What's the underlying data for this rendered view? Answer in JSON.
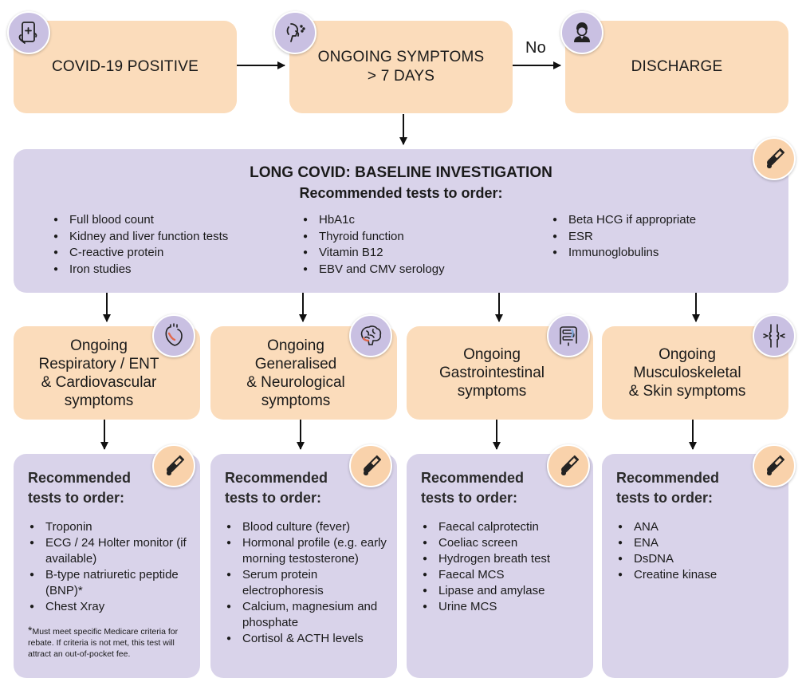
{
  "top": {
    "positive": "COVID-19 POSITIVE",
    "ongoing_line1": "ONGOING SYMPTOMS",
    "ongoing_line2": "> 7 DAYS",
    "no_label": "No",
    "discharge": "DISCHARGE"
  },
  "baseline": {
    "title": "LONG COVID: BASELINE INVESTIGATION",
    "subtitle": "Recommended tests to order:",
    "col1": [
      "Full blood count",
      "Kidney and liver function tests",
      "C-reactive protein",
      "Iron studies"
    ],
    "col2": [
      "HbA1c",
      "Thyroid function",
      "Vitamin B12",
      "EBV and CMV serology"
    ],
    "col3": [
      "Beta HCG if appropriate",
      "ESR",
      "Immunoglobulins"
    ]
  },
  "categories": [
    {
      "lines": [
        "Ongoing",
        "Respiratory / ENT",
        "& Cardiovascular",
        "symptoms"
      ],
      "icon": "heart-icon"
    },
    {
      "lines": [
        "Ongoing",
        "Generalised",
        "& Neurological",
        "symptoms"
      ],
      "icon": "brain-icon"
    },
    {
      "lines": [
        "Ongoing",
        "Gastrointestinal",
        "symptoms"
      ],
      "icon": "intestine-icon"
    },
    {
      "lines": [
        "Ongoing",
        "Musculoskeletal",
        "& Skin symptoms"
      ],
      "icon": "joint-icon"
    }
  ],
  "recommended": {
    "title_line1": "Recommended",
    "title_line2": "tests to order:",
    "lists": [
      [
        "Troponin",
        "ECG / 24 Holter monitor (if available)",
        "B-type natriuretic peptide (BNP)*",
        "Chest Xray"
      ],
      [
        "Blood culture (fever)",
        "Hormonal profile (e.g. early morning testosterone)",
        "Serum protein electrophoresis",
        "Calcium, magnesium and phosphate",
        "Cortisol & ACTH levels"
      ],
      [
        "Faecal calprotectin",
        "Coeliac screen",
        "Hydrogen breath test",
        "Faecal MCS",
        "Lipase and amylase",
        "Urine MCS"
      ],
      [
        "ANA",
        "ENA",
        "DsDNA",
        "Creatine kinase"
      ]
    ],
    "footnote_star": "*",
    "footnote": "Must meet specific Medicare criteria for rebate. If criteria is not met, this test will attract an out-of-pocket fee."
  },
  "colors": {
    "peach": "#fbdcbb",
    "lavender": "#d9d3ea",
    "icon_lavender": "#c9c0e2",
    "icon_peach": "#f9d2ab"
  }
}
